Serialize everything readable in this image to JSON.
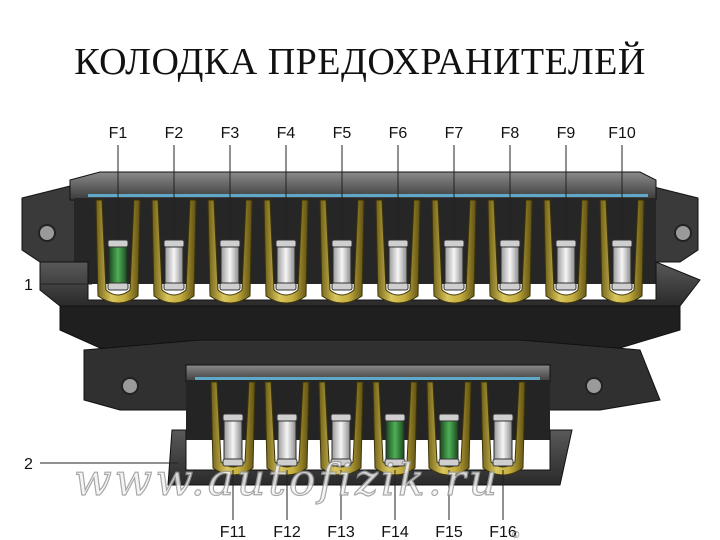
{
  "title": "КОЛОДКА ПРЕДОХРАНИТЕЛЕЙ",
  "callouts": [
    {
      "id": "block-1",
      "label": "1"
    },
    {
      "id": "block-2",
      "label": "2"
    }
  ],
  "upper_row": [
    {
      "label": "F1",
      "fuse_color": "green"
    },
    {
      "label": "F2",
      "fuse_color": "white"
    },
    {
      "label": "F3",
      "fuse_color": "white"
    },
    {
      "label": "F4",
      "fuse_color": "white"
    },
    {
      "label": "F5",
      "fuse_color": "white"
    },
    {
      "label": "F6",
      "fuse_color": "white"
    },
    {
      "label": "F7",
      "fuse_color": "white"
    },
    {
      "label": "F8",
      "fuse_color": "white"
    },
    {
      "label": "F9",
      "fuse_color": "white"
    },
    {
      "label": "F10",
      "fuse_color": "white"
    }
  ],
  "lower_row": [
    {
      "label": "F11",
      "fuse_color": "white"
    },
    {
      "label": "F12",
      "fuse_color": "white"
    },
    {
      "label": "F13",
      "fuse_color": "white"
    },
    {
      "label": "F14",
      "fuse_color": "green"
    },
    {
      "label": "F15",
      "fuse_color": "green"
    },
    {
      "label": "F16",
      "fuse_color": "white"
    }
  ],
  "watermark": {
    "text": "www.autofizik.ru",
    "small": "©"
  },
  "colors": {
    "housing": "#2e2e2e",
    "housing_dark": "#1c1c1c",
    "housing_light": "#6a6a6a",
    "contact_gold": "#c9b24a",
    "contact_gold_dark": "#7a6a1e",
    "fuse_white": "#e9e9e9",
    "fuse_green": "#2f8a3a",
    "blue_strip": "#5fa8c8"
  }
}
